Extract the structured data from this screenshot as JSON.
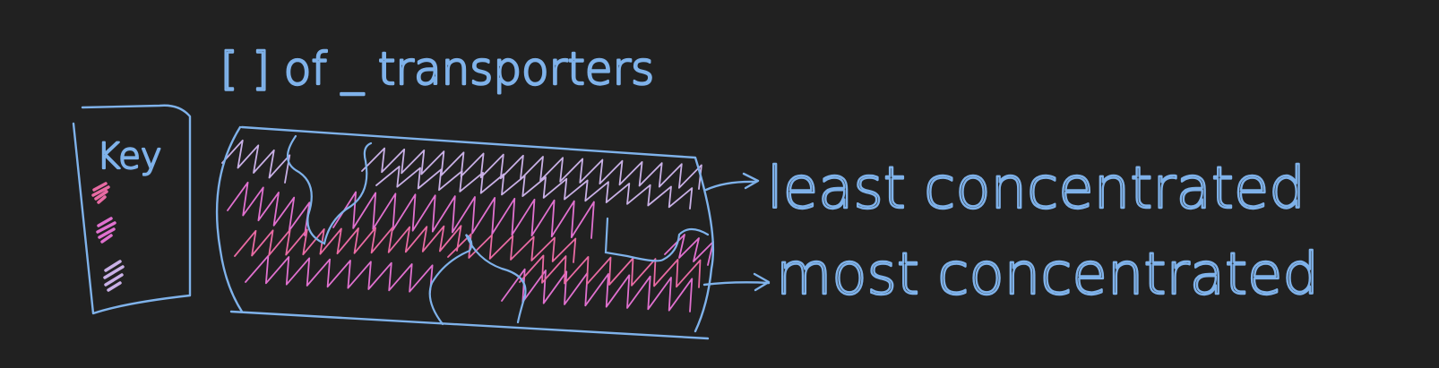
{
  "title": "[ ] of _ transporters",
  "key": {
    "label": "Key",
    "swatches": [
      {
        "name": "pink",
        "color": "#e96aa3"
      },
      {
        "name": "magenta",
        "color": "#e070cf"
      },
      {
        "name": "lavender",
        "color": "#c9b0e6"
      }
    ]
  },
  "labels": {
    "top": "least concentrated",
    "bottom": "most concentrated"
  },
  "colors": {
    "background": "#212121",
    "ink": "#7fb2ea",
    "pink": "#e96aa3",
    "magenta": "#e070cf",
    "lavender": "#c9b0e6"
  }
}
